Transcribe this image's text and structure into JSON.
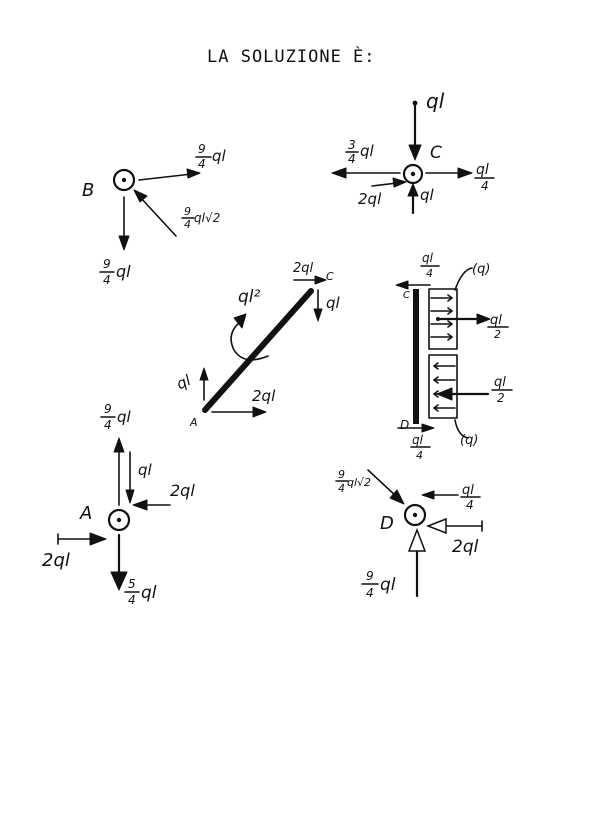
{
  "title": "LA SOLUZIONE È:",
  "node_B": {
    "letter": "B",
    "force_right": {
      "num": "9",
      "den": "4",
      "tail": "ql"
    },
    "force_diagonal": {
      "num": "9",
      "den": "4",
      "tail": "ql√2"
    },
    "force_down": {
      "num": "9",
      "den": "4",
      "tail": "ql"
    }
  },
  "node_C": {
    "letter": "C",
    "force_top": "ql",
    "force_left": {
      "num": "3",
      "den": "4",
      "tail": "ql"
    },
    "force_right": {
      "num": "ql",
      "den": "4"
    },
    "force_inner_left": "2ql",
    "force_bottom": "ql"
  },
  "bar_AC": {
    "end_A": "A",
    "end_C": "C",
    "moment": "ql²",
    "top_horizontal": "2ql",
    "top_vertical": "ql",
    "bottom_vertical": "ql",
    "bottom_horizontal": "2ql"
  },
  "bar_CD": {
    "end_C": "C",
    "end_D": "D",
    "top_force": {
      "num": "ql",
      "den": "4"
    },
    "bottom_force": {
      "num": "ql",
      "den": "4"
    },
    "load_upper": {
      "num": "ql",
      "den": "2"
    },
    "load_lower": {
      "num": "ql",
      "den": "2"
    },
    "tag_upper": "(q)",
    "tag_lower": "(q)"
  },
  "node_A": {
    "letter": "A",
    "force_top": {
      "num": "9",
      "den": "4",
      "tail": "ql"
    },
    "force_inner_top": "ql",
    "force_right": "2ql",
    "force_left": "2ql",
    "force_bottom": {
      "num": "5",
      "den": "4",
      "tail": "ql"
    }
  },
  "node_D": {
    "letter": "D",
    "force_diagonal": {
      "num": "9",
      "den": "4",
      "tail": "ql√2"
    },
    "force_top_right": {
      "num": "ql",
      "den": "4"
    },
    "force_right": "2ql",
    "force_bottom": {
      "num": "9",
      "den": "4",
      "tail": "ql"
    }
  },
  "colors": {
    "ink": "#111111",
    "paper": "#ffffff"
  }
}
